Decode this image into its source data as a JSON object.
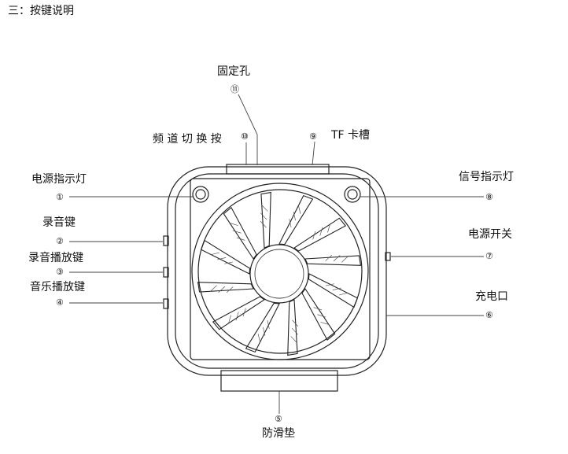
{
  "header": {
    "section_title": "三：按键说明"
  },
  "labels": {
    "l1": {
      "text": "电源指示灯",
      "num": "①"
    },
    "l2": {
      "text": "录音键",
      "num": "②"
    },
    "l3": {
      "text": "录音播放键",
      "num": "③"
    },
    "l4": {
      "text": "音乐播放键",
      "num": "④"
    },
    "l5": {
      "text": "防滑垫",
      "num": "⑤"
    },
    "l6": {
      "text": "充电口",
      "num": "⑥"
    },
    "l7": {
      "text": "电源开关",
      "num": "⑦"
    },
    "l8": {
      "text": "信号指示灯",
      "num": "⑧"
    },
    "l9": {
      "text": "TF 卡槽",
      "num": "⑨"
    },
    "l10": {
      "text": "频 道 切 换 按",
      "num": "⑩"
    },
    "l11": {
      "text": "固定孔",
      "num": "⑪"
    }
  },
  "colors": {
    "line": "#222222",
    "text": "#111111"
  }
}
